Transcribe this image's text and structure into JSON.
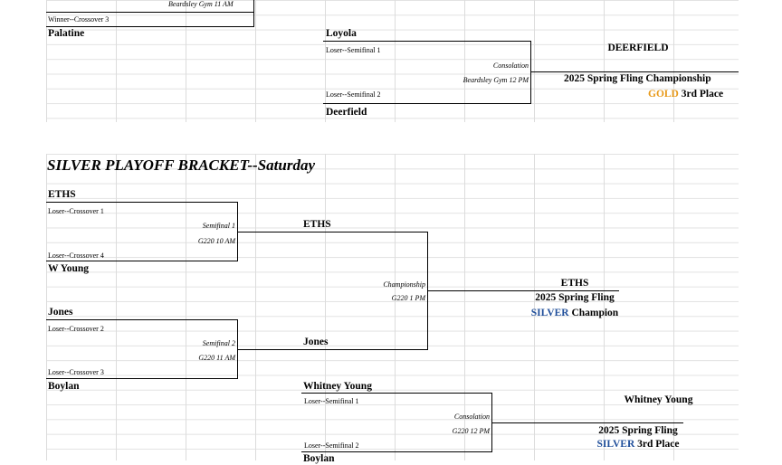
{
  "gold_bracket_partial": {
    "crossover3_site": "Beardsley Gym 11 AM",
    "winner_crossover3": "Winner--Crossover 3",
    "palatine": "Palatine",
    "loyola": "Loyola",
    "loser_semi1": "Loser--Semifinal 1",
    "consolation": "Consolation",
    "consolation_site": "Beardsley Gym 12 PM",
    "loser_semi2": "Loser--Semifinal 2",
    "deerfield": "Deerfield",
    "result_team": "DEERFIELD",
    "result_title": "2025 Spring Fling Championship",
    "result_color_word": "GOLD",
    "result_place": "3rd Place"
  },
  "silver_bracket": {
    "title": "SILVER PLAYOFF BRACKET--Saturday",
    "semi1": {
      "top_team": "ETHS",
      "top_source": "Loser--Crossover 1",
      "label": "Semifinal 1",
      "site": "G220 10 AM",
      "bottom_source": "Loser--Crossover 4",
      "bottom_team": "W Young"
    },
    "semi2": {
      "top_team": "Jones",
      "top_source": "Loser--Crossover 2",
      "label": "Semifinal 2",
      "site": "G220 11 AM",
      "bottom_source": "Loser--Crossover 3",
      "bottom_team": "Boylan"
    },
    "championship": {
      "top_team": "ETHS",
      "label": "Championship",
      "site": "G220 1 PM",
      "bottom_team": "Jones",
      "winner": "ETHS",
      "winner_title": "2025 Spring Fling",
      "color_word": "SILVER",
      "winner_suffix": "Champion"
    },
    "consolation": {
      "top_team": "Whitney Young",
      "top_source": "Loser--Semifinal 1",
      "label": "Consolation",
      "site": "G220 12 PM",
      "bottom_source": "Loser--Semifinal 2",
      "bottom_team": "Boylan",
      "winner": "Whitney Young",
      "winner_title": "2025 Spring Fling",
      "color_word": "SILVER",
      "winner_suffix": "3rd Place"
    }
  },
  "colors": {
    "gold": "#e89a1a",
    "silver": "#1f4e9a"
  }
}
